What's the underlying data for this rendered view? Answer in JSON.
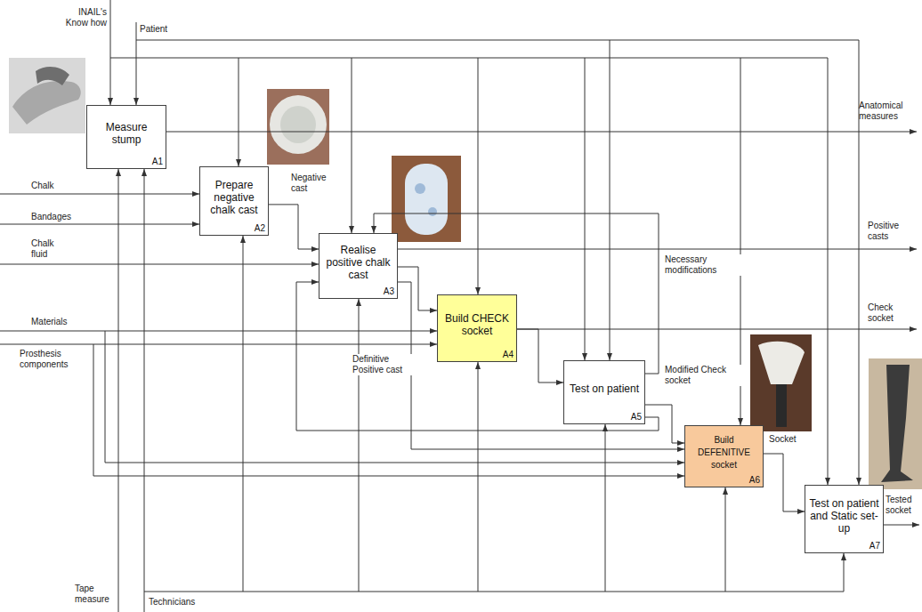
{
  "diagram": {
    "nodes": [
      {
        "text": [
          "Measure stump",
          "A1"
        ]
      },
      {
        "text": [
          "Prepare negative chalk cast",
          "A2"
        ]
      },
      {
        "text": [
          "Realise positive chalk cast",
          "A3"
        ]
      },
      {
        "text": [
          "Build CHECK socket",
          "A4"
        ]
      },
      {
        "text": [
          "Test on patient",
          "A5"
        ]
      },
      {
        "text": [
          "Build DEFENITIVE socket",
          "A6"
        ]
      },
      {
        "text": [
          "Test on patient and Static set-up",
          "A7"
        ]
      }
    ],
    "edges": [
      {
        "from": 1,
        "to": 2,
        "arrow": "to",
        "label": "Negative cast"
      },
      {
        "from": 2,
        "to": 3,
        "arrow": "to"
      },
      {
        "from": 3,
        "to": 4,
        "arrow": "to"
      },
      {
        "from": 4,
        "to": 2,
        "arrow": "to",
        "label": "Necessary modifications"
      },
      {
        "from": 4,
        "to": 5,
        "arrow": "to",
        "label": "Modified Check socket"
      },
      {
        "from": 4,
        "to": 2,
        "arrow": "to"
      },
      {
        "from": 2,
        "to": 5,
        "arrow": "to",
        "label": "Definitive Positive cast"
      },
      {
        "from": 5,
        "to": 6,
        "arrow": "to",
        "label": "Socket"
      }
    ],
    "labels": [
      "INAIL's Know how",
      "Patient",
      "Chalk",
      "Bandages",
      "Chalk fluid",
      "Materials",
      "Prosthesis components",
      "Tape measure",
      "Technicians",
      "Anatomical measures",
      "Positive casts",
      "Check socket",
      "Tested socket"
    ]
  }
}
